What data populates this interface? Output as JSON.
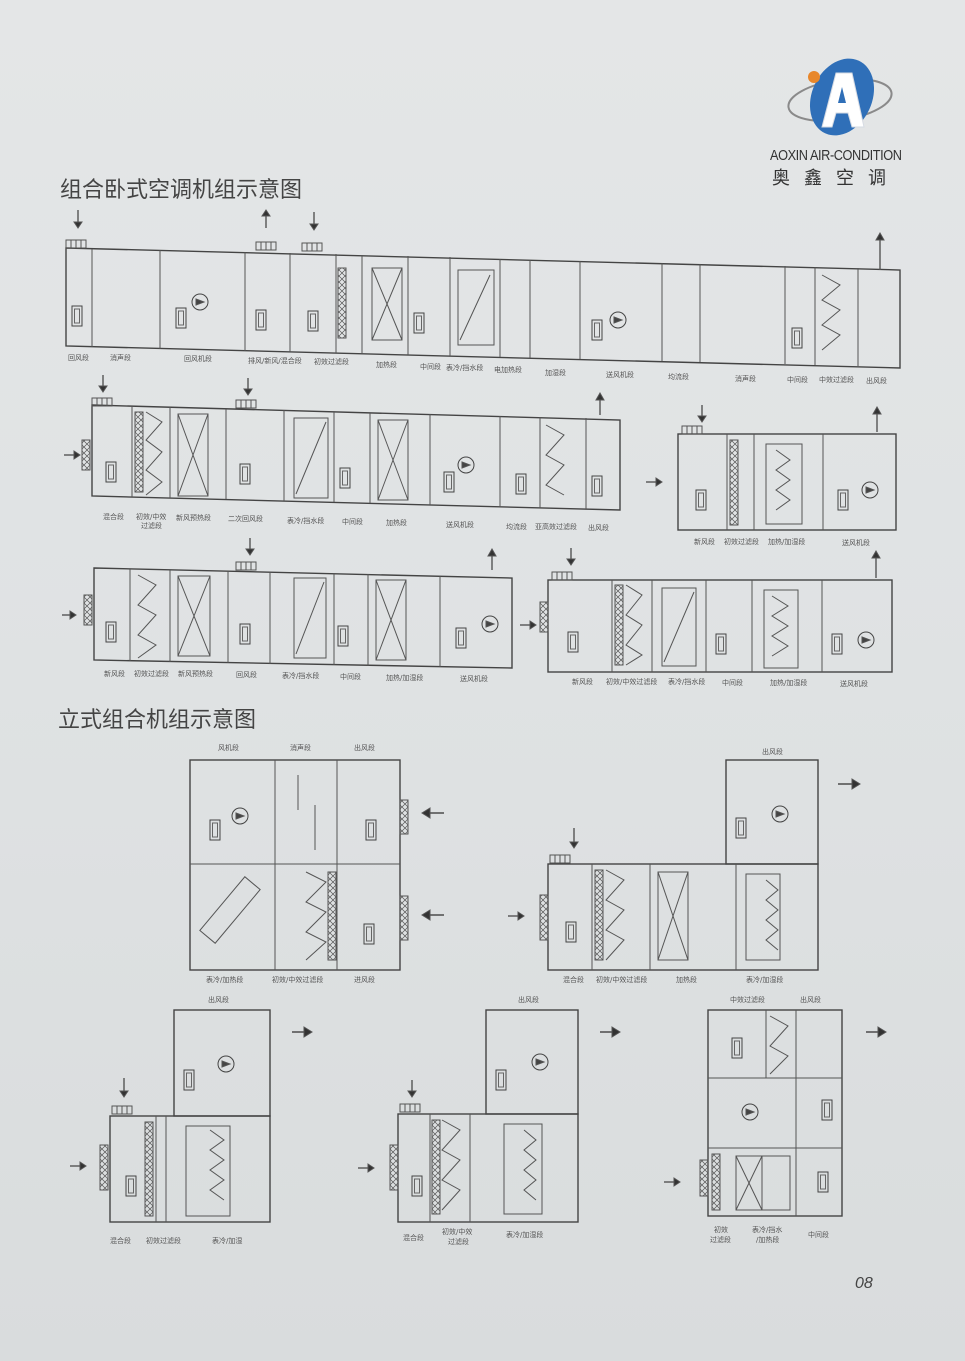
{
  "brand": {
    "name_en": "AOXIN AIR-CONDITION",
    "name_cn": "奥鑫空调",
    "logo_colors": {
      "blue": "#2f6fb8",
      "orange": "#e8872a",
      "ring": "#888888"
    }
  },
  "sections": [
    {
      "title": "组合卧式空调机组示意图"
    },
    {
      "title": "立式组合机组示意图"
    }
  ],
  "diagrams": {
    "h1": {
      "labels": [
        "回风段",
        "消声段",
        "回风机段",
        "排风/新风/混合段",
        "初效过滤段",
        "加热段",
        "中间段",
        "表冷/挡水段",
        "电加热段",
        "加湿段",
        "送风机段",
        "均流段",
        "消声段",
        "中间段",
        "中效过滤段",
        "出风段"
      ]
    },
    "h2": {
      "labels": [
        "混合段",
        "初效/中效",
        "过滤段",
        "新风预热段",
        "二次回风段",
        "表冷/挡水段",
        "中间段",
        "加热段",
        "送风机段",
        "均流段",
        "亚高效过滤段",
        "出风段"
      ]
    },
    "h3": {
      "labels": [
        "新风段",
        "初效过滤段",
        "加热/加湿段",
        "送风机段"
      ]
    },
    "h4": {
      "labels": [
        "新风段",
        "初效过滤段",
        "新风预热段",
        "回风段",
        "表冷/挡水段",
        "中间段",
        "加热/加湿段",
        "送风机段"
      ]
    },
    "h5": {
      "labels": [
        "新风段",
        "初效/中效过滤段",
        "表冷/挡水段",
        "中间段",
        "加热/加湿段",
        "送风机段"
      ]
    },
    "v1": {
      "top_labels": [
        "风机段",
        "消声段",
        "出风段"
      ],
      "bottom_labels": [
        "表冷/加热段",
        "初效/中效过滤段",
        "进风段"
      ]
    },
    "v2": {
      "top_labels": [
        "出风段"
      ],
      "bottom_labels": [
        "混合段",
        "初效/中效过滤段",
        "加热段",
        "表冷/加湿段"
      ]
    },
    "v3": {
      "top_labels": [
        "出风段"
      ],
      "bottom_labels": [
        "混合段",
        "初效过滤段",
        "表冷/加湿"
      ]
    },
    "v4": {
      "top_labels": [
        "出风段"
      ],
      "bottom_labels": [
        "混合段",
        "初效/中效",
        "过滤段",
        "表冷/加湿段"
      ]
    },
    "v5": {
      "top_labels": [
        "中效过滤段",
        "出风段"
      ],
      "bottom_labels": [
        "初效",
        "过滤段",
        "表冷/挡水",
        "/加热段",
        "中间段"
      ]
    }
  },
  "page_number": "08"
}
